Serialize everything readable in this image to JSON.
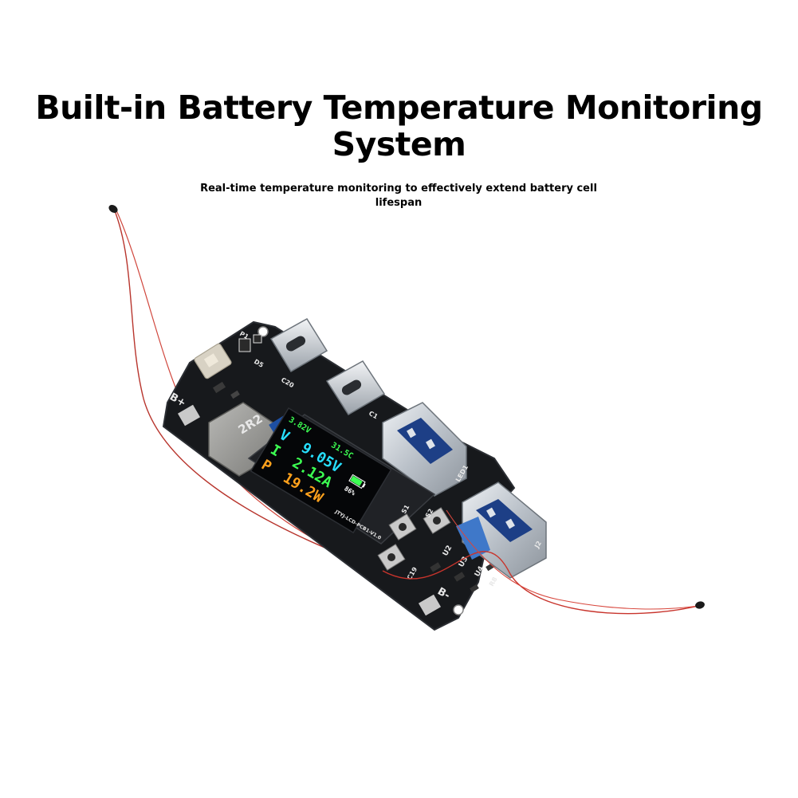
{
  "header": {
    "title": "Built-in Battery Temperature Monitoring System",
    "subtitle": "Real-time temperature monitoring to effectively extend battery cell lifespan"
  },
  "board": {
    "inductor_marking": "2R2",
    "silkscreen": {
      "b_plus": "B+",
      "b_minus": "B-",
      "p1": "P1",
      "d5": "D5",
      "c20": "C20",
      "c1": "C1",
      "led1": "LED1",
      "j2": "J2",
      "u2": "U2",
      "u3": "U3",
      "u4": "U4",
      "r8": "R8",
      "c19": "C19",
      "s1": "S1",
      "s2": "S2",
      "pcb_label": "JTYJ-LCD-PCB1-V1.0"
    },
    "display": {
      "battery_voltage": "3.82V",
      "temperature": "31.5C",
      "v_label": "V",
      "voltage": "9.05V",
      "i_label": "I",
      "current": "2.12A",
      "p_label": "P",
      "power": "19.2W",
      "battery_percent": "86%",
      "battery_level": 0.86
    }
  },
  "colors": {
    "pcb": "#17191c",
    "lcd_bg": "#050608",
    "voltage_color": "#27e0ff",
    "current_color": "#3cff52",
    "power_color": "#ffa11c",
    "probe_wire": "#c8342c"
  }
}
